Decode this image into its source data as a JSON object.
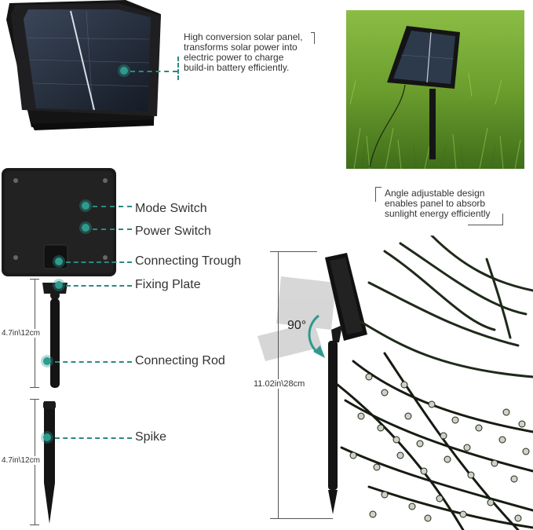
{
  "callouts": {
    "solar_panel": [
      "High conversion solar panel,",
      "transforms solar power into",
      "electric power to charge",
      "build-in battery efficiently."
    ],
    "angle": [
      "Angle adjustable design",
      "enables panel to absorb",
      "sunlight energy efficiently"
    ]
  },
  "parts": {
    "mode_switch": "Mode Switch",
    "power_switch": "Power Switch",
    "connecting_trough": "Connecting Trough",
    "fixing_plate": "Fixing Plate",
    "connecting_rod": "Connecting Rod",
    "spike": "Spike"
  },
  "dimensions": {
    "rod_length": "4.7in\\12cm",
    "spike_length": "4.7in\\12cm",
    "total_height": "11.02in\\28cm",
    "angle": "90°"
  },
  "colors": {
    "accent": "#2f9a8e",
    "panel": "#1c1c1e",
    "grass": "#6c9e2e"
  }
}
